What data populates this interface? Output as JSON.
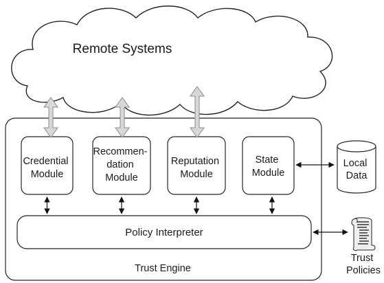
{
  "cloud": {
    "label": "Remote Systems"
  },
  "modules": [
    {
      "lines": [
        "Credential",
        "Module"
      ]
    },
    {
      "lines": [
        "Recommen-",
        "dation",
        "Module"
      ]
    },
    {
      "lines": [
        "Reputation",
        "Module"
      ]
    },
    {
      "lines": [
        "State",
        "Module"
      ]
    }
  ],
  "policy_interpreter": {
    "label": "Policy Interpreter"
  },
  "engine": {
    "label": "Trust Engine"
  },
  "local_data": {
    "lines": [
      "Local",
      "Data"
    ]
  },
  "trust_policies": {
    "lines": [
      "Trust",
      "Policies"
    ]
  }
}
